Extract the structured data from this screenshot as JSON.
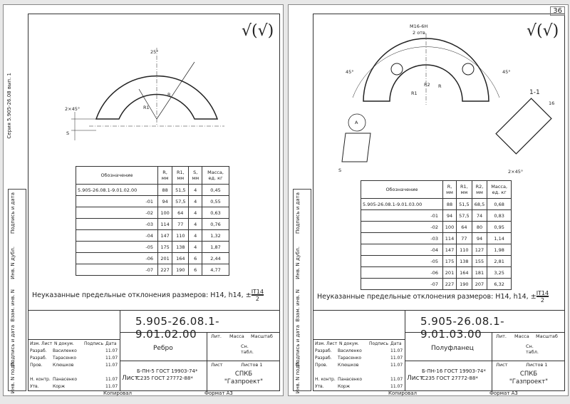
{
  "page_number": "36",
  "series_label": "Серия 5.905-26.08 вып. 1",
  "side_labels": [
    "Инв. N подл.",
    "Подпись и дата",
    "Взам. инв. N",
    "Инв. N дубл.",
    "Подпись и дата"
  ],
  "left": {
    "drawing": {
      "r_label": "R",
      "r1_label": "R1",
      "angle_label": "25°",
      "chamfer_label": "2×45°",
      "s_label": "S"
    },
    "table": {
      "headers": [
        "Обозначение",
        "R, мм",
        "R1, мм",
        "S, мм",
        "Масса, ед. кг"
      ],
      "rows": [
        [
          "5.905-26.08.1-9.01.02.00",
          "88",
          "51,5",
          "4",
          "0,45"
        ],
        [
          "-01",
          "94",
          "57,5",
          "4",
          "0,55"
        ],
        [
          "-02",
          "100",
          "64",
          "4",
          "0,63"
        ],
        [
          "-03",
          "114",
          "77",
          "4",
          "0,76"
        ],
        [
          "-04",
          "147",
          "110",
          "4",
          "1,32"
        ],
        [
          "-05",
          "175",
          "138",
          "4",
          "1,87"
        ],
        [
          "-06",
          "201",
          "164",
          "6",
          "2,44"
        ],
        [
          "-07",
          "227",
          "190",
          "6",
          "4,77"
        ]
      ]
    },
    "note": "Неуказанные предельные отклонения размеров: H14, h14, ±",
    "note_frac_top": "IT14",
    "note_frac_bottom": "2",
    "title_block": {
      "code": "5.905-26.08.1-9.01.02.00",
      "part_name": "Ребро",
      "cols": [
        "Лит.",
        "Масса",
        "Масштаб"
      ],
      "scale": "Сн. табл.",
      "sheet": "Лист",
      "sheets": "Листов  1",
      "material_line1": "Б-ПН-5 ГОСТ 19903-74*",
      "material_line2": "С235 ГОСТ 27772-88*",
      "org_line1": "СПКБ",
      "org_line2": "\"Газпроект\"",
      "head": [
        "Изм.",
        "Лист",
        "N докум.",
        "Подпись",
        "Дата"
      ],
      "people": [
        [
          "Разраб.",
          "Василенко",
          "11.07"
        ],
        [
          "Разраб.",
          "Тарасенко",
          "11.07"
        ],
        [
          "Пров.",
          "Клюшков",
          "11.07"
        ],
        [
          "",
          "",
          ""
        ],
        [
          "Н. контр.",
          "Панасенко",
          "11.07"
        ],
        [
          "Утв.",
          "Корж",
          "11.07"
        ]
      ],
      "sheet_label": "Лист"
    },
    "footer_left": "Копировал",
    "footer_right": "Формат А3"
  },
  "right": {
    "drawing": {
      "thread_label": "М16-6Н",
      "holes_label": "2 отв.",
      "angle_left": "45°",
      "angle_right": "45°",
      "r_label": "R",
      "r1_label": "R1",
      "r2_label": "R2",
      "view_a": "А",
      "section_label": "1-1",
      "dim_16": "16",
      "chamfer_label": "2×45°",
      "s_label": "S"
    },
    "table": {
      "headers": [
        "Обозначение",
        "R, мм",
        "R1, мм",
        "R2, мм",
        "Масса, ед. кг"
      ],
      "rows": [
        [
          "5.905-26.08.1-9.01.03.00",
          "88",
          "51,5",
          "68,5",
          "0,68"
        ],
        [
          "-01",
          "94",
          "57,5",
          "74",
          "0,83"
        ],
        [
          "-02",
          "100",
          "64",
          "80",
          "0,95"
        ],
        [
          "-03",
          "114",
          "77",
          "94",
          "1,14"
        ],
        [
          "-04",
          "147",
          "110",
          "127",
          "1,98"
        ],
        [
          "-05",
          "175",
          "138",
          "155",
          "2,81"
        ],
        [
          "-06",
          "201",
          "164",
          "181",
          "3,25"
        ],
        [
          "-07",
          "227",
          "190",
          "207",
          "6,32"
        ]
      ]
    },
    "note": "Неуказанные предельные отклонения размеров: H14, h14, ±",
    "note_frac_top": "IT14",
    "note_frac_bottom": "2",
    "title_block": {
      "code": "5.905-26.08.1-9.01.03.00",
      "part_name": "Полуфланец",
      "cols": [
        "Лит.",
        "Масса",
        "Масштаб"
      ],
      "scale": "Сн. табл.",
      "sheet": "Лист",
      "sheets": "Листов  1",
      "material_line1": "Б-ПН-16 ГОСТ 19903-74*",
      "material_line2": "С235 ГОСТ 27772-88*",
      "org_line1": "СПКБ",
      "org_line2": "\"Газпроект\"",
      "head": [
        "Изм.",
        "Лист",
        "N докум.",
        "Подпись",
        "Дата"
      ],
      "people": [
        [
          "Разраб.",
          "Василенко",
          "11.07"
        ],
        [
          "Разраб.",
          "Тарасенко",
          "11.07"
        ],
        [
          "Пров.",
          "Клюшков",
          "11.07"
        ],
        [
          "",
          "",
          ""
        ],
        [
          "Н. контр.",
          "Панасенко",
          "11.07"
        ],
        [
          "Утв.",
          "Корж",
          "11.07"
        ]
      ],
      "sheet_label": "Лист"
    },
    "footer_left": "Копировал",
    "footer_right": "Формат А3"
  }
}
